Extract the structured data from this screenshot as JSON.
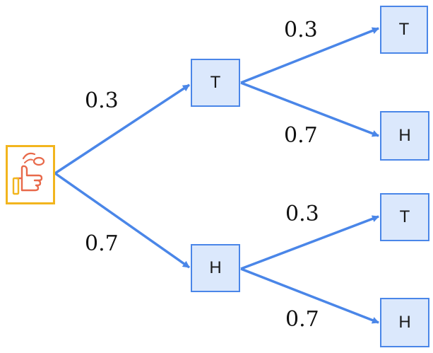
{
  "colors": {
    "node_fill": "#dbe8fc",
    "node_border": "#4a86e8",
    "edge": "#4a86e8",
    "coin_frame": "#f2b51e",
    "coin_icon": "#e8694a"
  },
  "root": {
    "icon": "coin-flip-hand-icon"
  },
  "level1": [
    {
      "label": "T",
      "probability": "0.3"
    },
    {
      "label": "H",
      "probability": "0.7"
    }
  ],
  "level2": [
    {
      "label": "T",
      "probability": "0.3"
    },
    {
      "label": "H",
      "probability": "0.7"
    },
    {
      "label": "T",
      "probability": "0.3"
    },
    {
      "label": "H",
      "probability": "0.7"
    }
  ]
}
